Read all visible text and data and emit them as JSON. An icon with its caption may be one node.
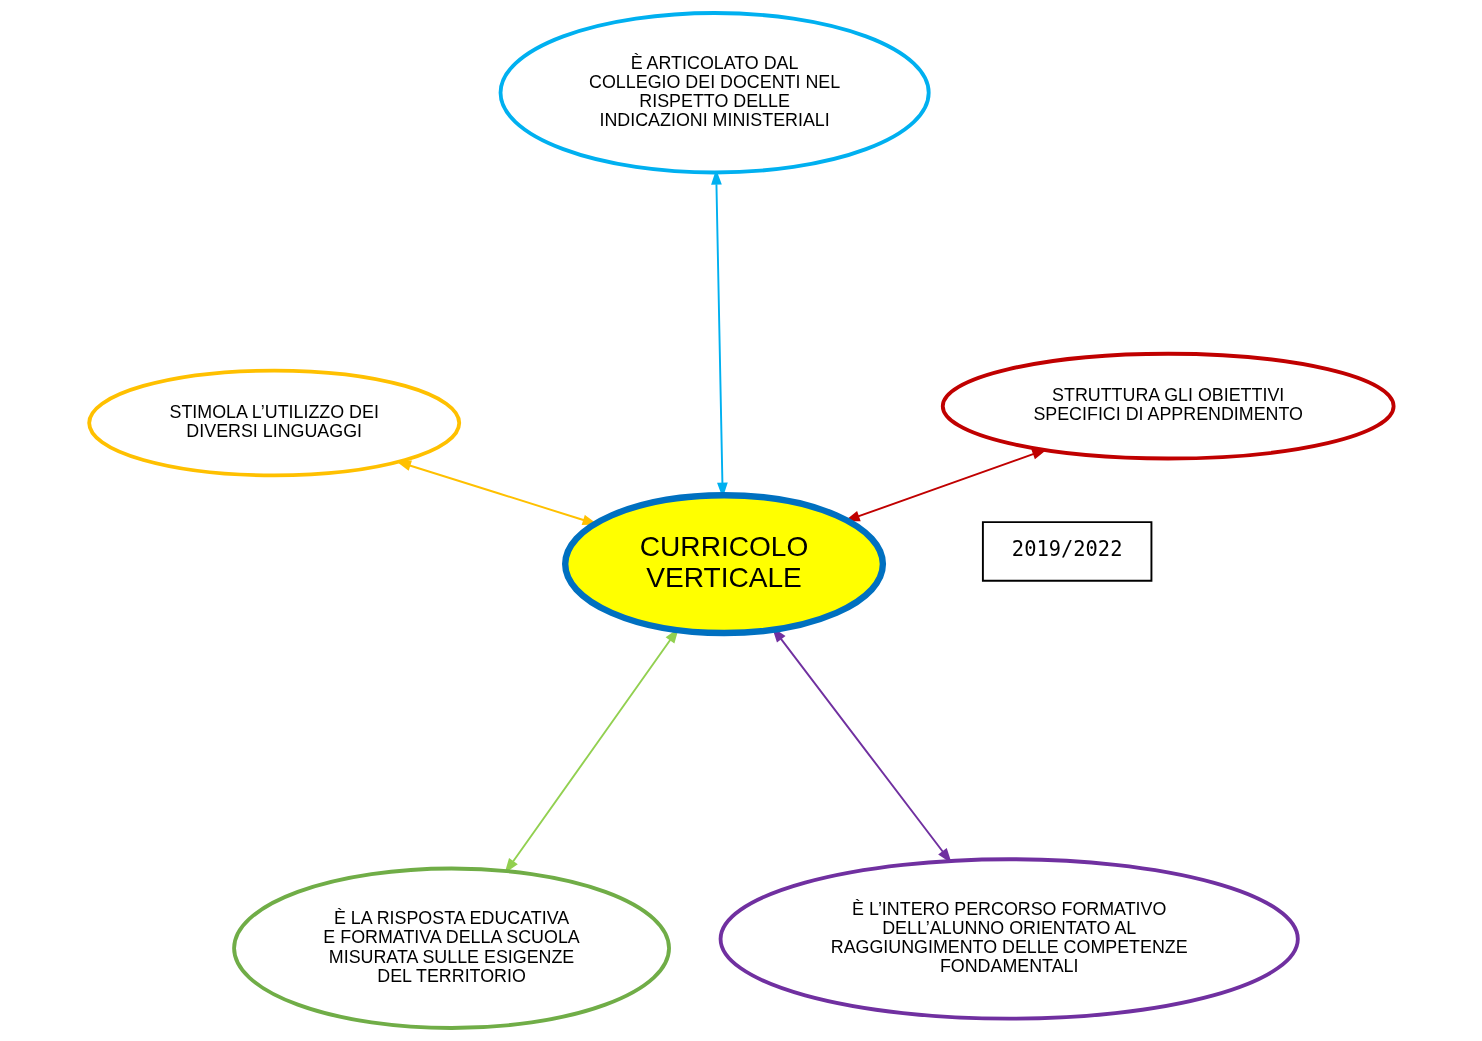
{
  "diagram": {
    "nodes": [
      {
        "text": [
          "2019/2022"
        ]
      },
      {
        "text": [
          "È LA RISPOSTA EDUCATIVA E FORMATIVA DELLA SCUOLA MISURATA SULLE ESIGENZE DEL TERRITORIO"
        ]
      },
      {
        "text": [
          "È L’INTERO PERCORSO FORMATIVO DELL’ALUNNO ORIENTATO AL RAGGIUNGIMENTO DELLE COMPETENZE FONDAMENTALI"
        ]
      },
      {
        "text": [
          "CURRICOLO VERTICALE"
        ]
      },
      {
        "text": [
          "È ARTICOLATO DAL COLLEGIO DEI DOCENTI NEL RISPETTO DELLE INDICAZIONI MINISTERIALI"
        ]
      },
      {
        "text": [
          "STRUTTURA GLI OBIETTIVI SPECIFICI DI APPRENDIMENTO"
        ]
      },
      {
        "text": [
          "STIMOLA L’UTILIZZO DEI DIVERSI LINGUAGGI"
        ]
      }
    ],
    "edges": [
      {
        "from": 3,
        "to": 1,
        "arrow": "both",
        "color": "#92d050"
      },
      {
        "from": 3,
        "to": 2,
        "arrow": "both",
        "color": "#7030a0"
      },
      {
        "from": 3,
        "to": 4,
        "arrow": "both",
        "color": "#00b0f0"
      },
      {
        "from": 3,
        "to": 5,
        "arrow": "both",
        "color": "#c00000"
      },
      {
        "from": 3,
        "to": 6,
        "arrow": "both",
        "color": "#ffc000"
      }
    ]
  }
}
